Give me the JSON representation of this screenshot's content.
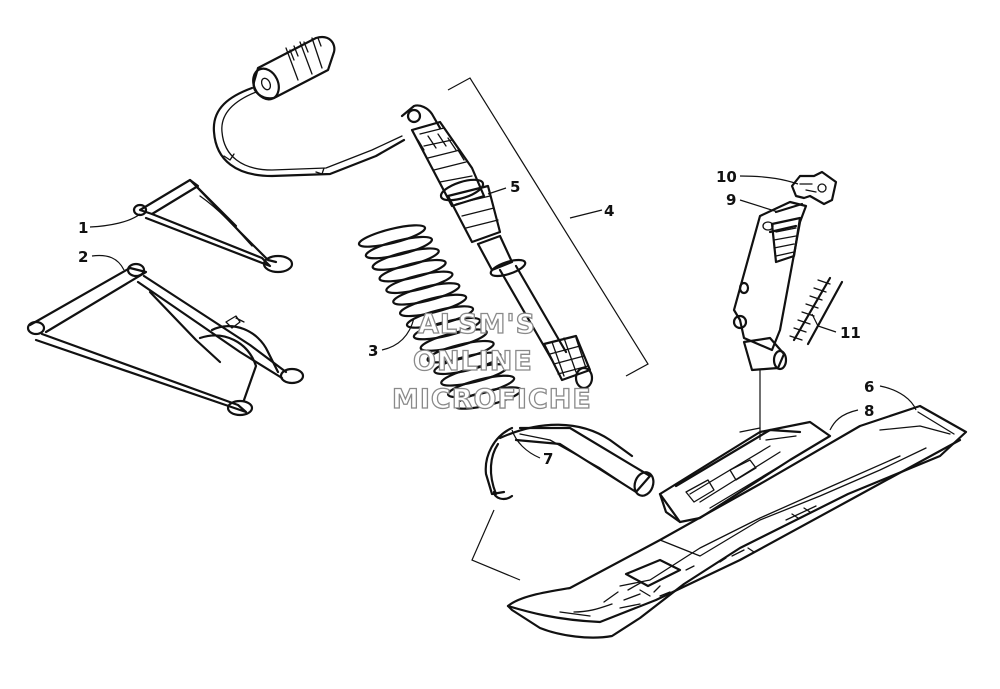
{
  "callouts": {
    "c1": "1",
    "c2": "2",
    "c3": "3",
    "c4": "4",
    "c5": "5",
    "c6": "6",
    "c7": "7",
    "c8": "8",
    "c9": "9",
    "c10": "10",
    "c11": "11"
  },
  "watermark": {
    "line1": "ALSM'S",
    "line2": "ONLINE",
    "line3": "MICROFICHE"
  },
  "colors": {
    "ink": "#111111",
    "watermark_outline": "#8a8a8a",
    "background": "#ffffff"
  }
}
